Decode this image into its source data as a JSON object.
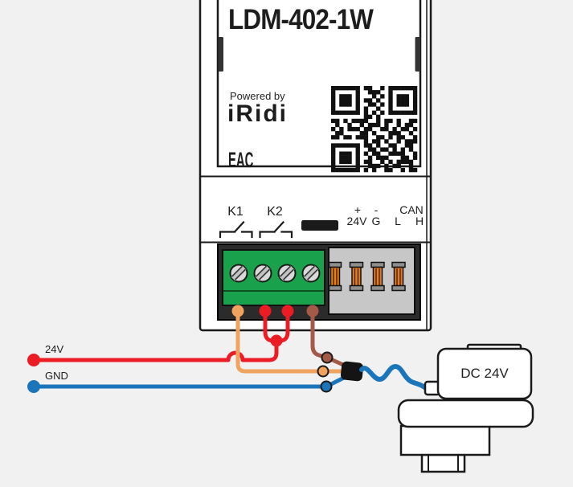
{
  "module": {
    "title": "LDM-402-1W",
    "powered_by": "Powered by",
    "brand": "iRidi",
    "cert_mark": "EAC",
    "relay_labels": [
      "K1",
      "K2"
    ],
    "terminal_row_top": [
      "+",
      "-",
      "CAN"
    ],
    "terminal_row_bottom": [
      "24V",
      "G",
      "L",
      "H"
    ]
  },
  "wiring": {
    "supply_label": "24V",
    "ground_label": "GND"
  },
  "actuator": {
    "label": "DC 24V"
  },
  "colors": {
    "background": "#f1f1f2",
    "outline": "#1a1a1a",
    "module_fill": "#ffffff",
    "recess": "#2b2b2b",
    "terminal_green": "#1aa14b",
    "screw_gray": "#d9d9d9",
    "connector_gray": "#c7c7c7",
    "clamp_orange": "#e87d15",
    "cap_gray": "#8f8f8f",
    "wire_red": "#ec1c24",
    "wire_blue": "#1b75bb",
    "wire_orange": "#f0a25f",
    "wire_brown": "#a55a47",
    "connector_black": "#141414"
  },
  "qr": {
    "matrix": [
      "111111101100101111111",
      "100000100111001000001",
      "101110100010101011101",
      "101110101101001011101",
      "101110100110101011101",
      "100000101001001000001",
      "111111101010101111111",
      "000000001101000000000",
      "110101111001011010011",
      "010010010111010010110",
      "101011101100110101101",
      "011000011010001110010",
      "110110111001101011001",
      "000000001011010010111",
      "111111101101001100110",
      "100000100110110101010",
      "101110101011001111001",
      "101110100101110001101",
      "101110101100101011110",
      "100000100111010110010",
      "111111101010011001011"
    ]
  }
}
